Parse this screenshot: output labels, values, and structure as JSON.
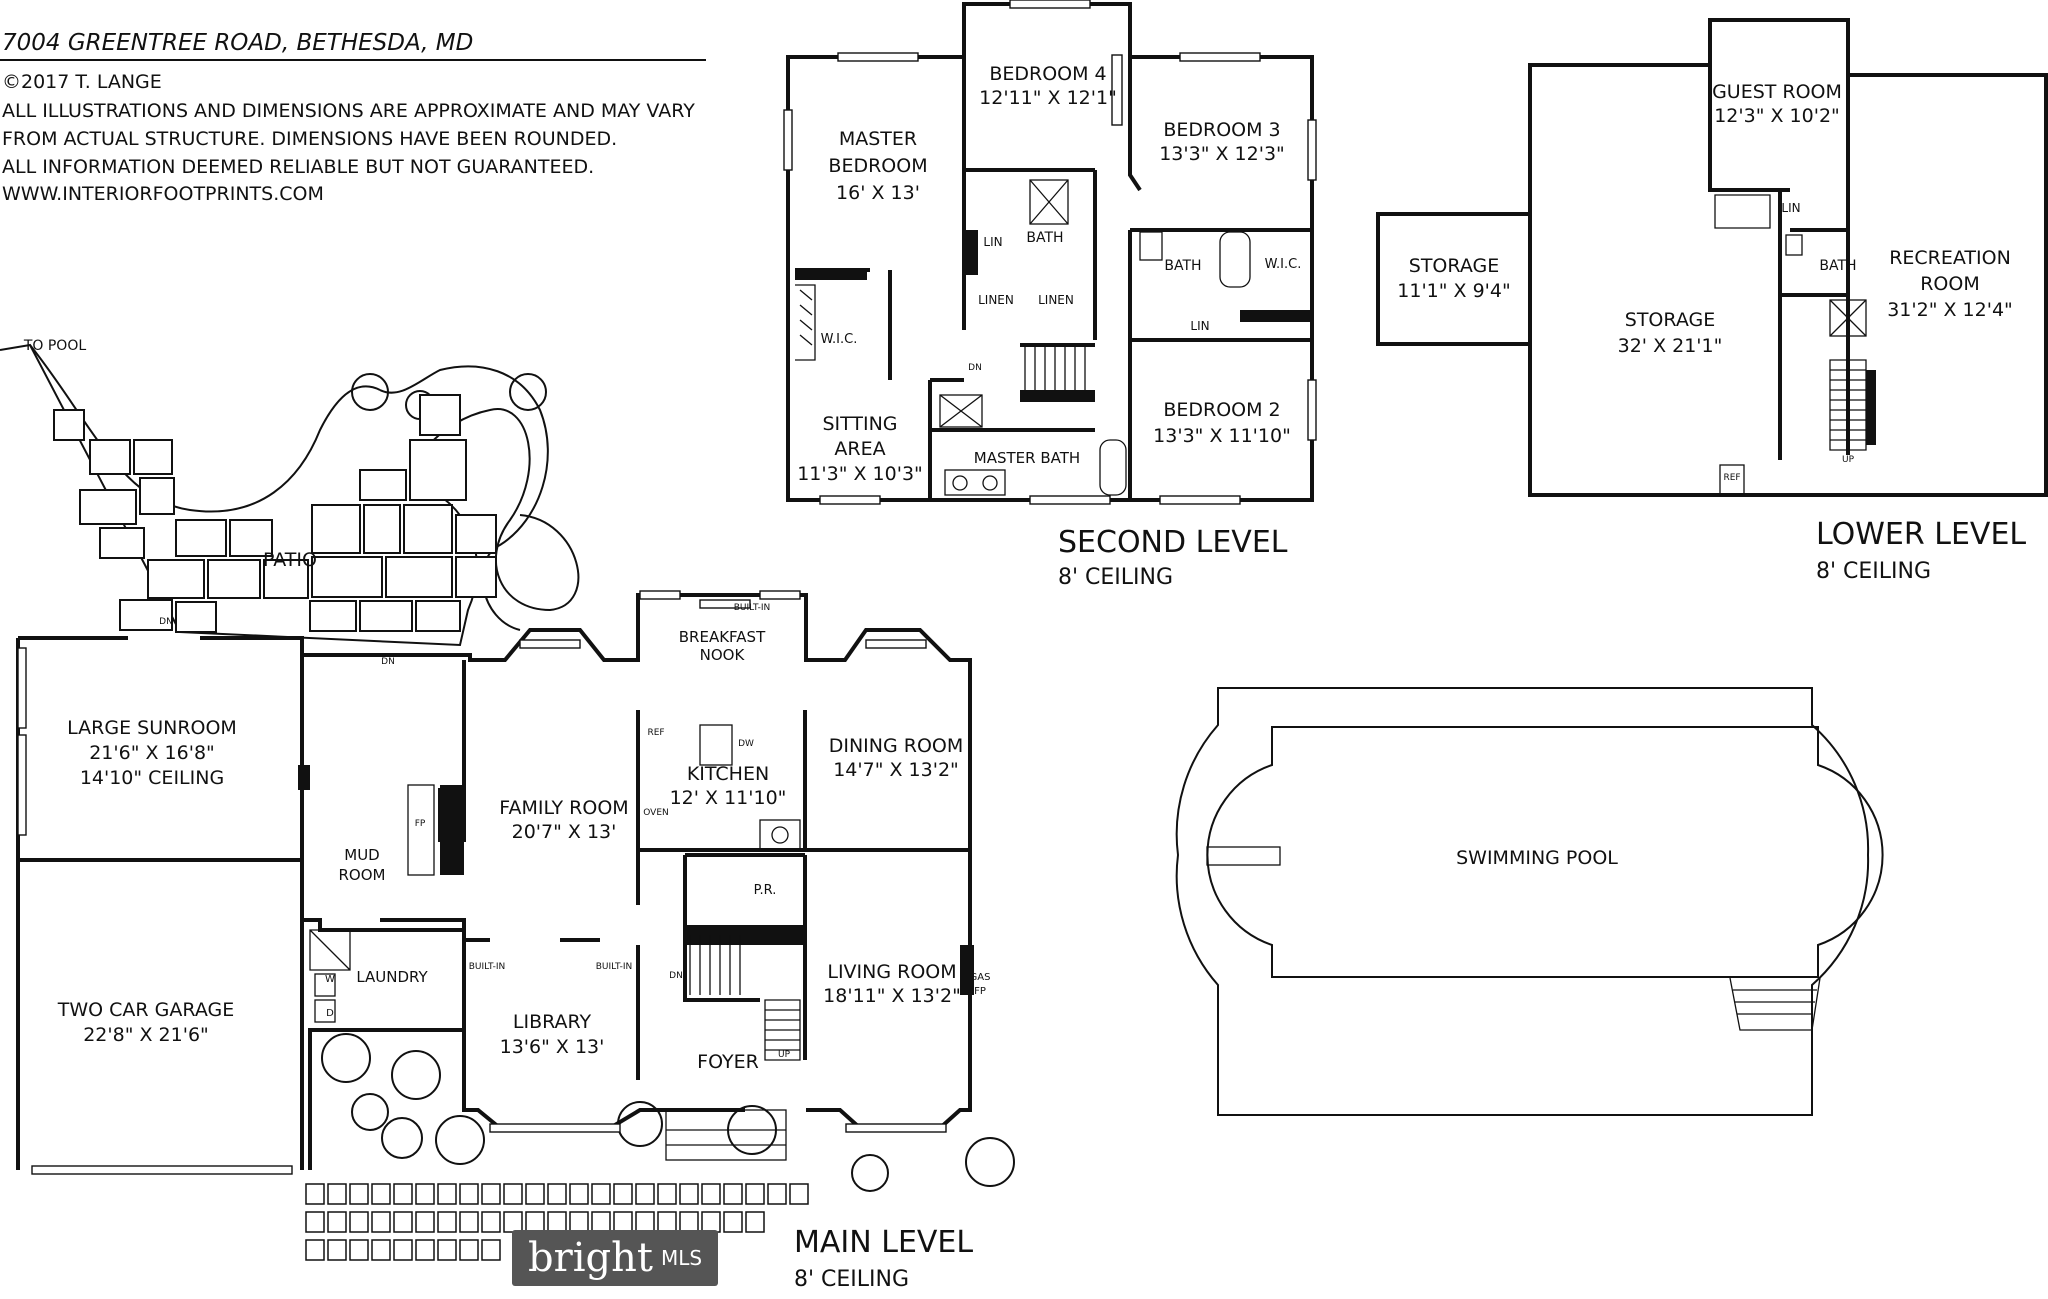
{
  "header": {
    "address": "7004 GREENTREE ROAD, BETHESDA, MD",
    "copyright": "©2017 T. LANGE",
    "disclaimer_line1": "ALL ILLUSTRATIONS AND DIMENSIONS ARE APPROXIMATE AND MAY VARY",
    "disclaimer_line2": "FROM ACTUAL STRUCTURE. DIMENSIONS HAVE BEEN ROUNDED.",
    "disclaimer_line3": "ALL INFORMATION DEEMED RELIABLE BUT NOT GUARANTEED.",
    "website": "WWW.INTERIORFOOTPRINTS.COM"
  },
  "levels": {
    "second": {
      "title": "SECOND LEVEL",
      "ceiling": "8' CEILING"
    },
    "lower": {
      "title": "LOWER LEVEL",
      "ceiling": "8' CEILING"
    },
    "main": {
      "title": "MAIN LEVEL",
      "ceiling": "8' CEILING"
    }
  },
  "second_level": {
    "master_bedroom": {
      "name1": "MASTER",
      "name2": "BEDROOM",
      "dims": "16' X 13'"
    },
    "bedroom4": {
      "name": "BEDROOM 4",
      "dims": "12'11\" X 12'1\""
    },
    "bedroom3": {
      "name": "BEDROOM 3",
      "dims": "13'3\" X 12'3\""
    },
    "bedroom2": {
      "name": "BEDROOM 2",
      "dims": "13'3\" X 11'10\""
    },
    "sitting": {
      "name1": "SITTING",
      "name2": "AREA",
      "dims": "11'3\" X 10'3\""
    },
    "master_bath": "MASTER BATH",
    "bath_a": "BATH",
    "bath_b": "BATH",
    "wic_a": "W.I.C.",
    "wic_b": "W.I.C.",
    "lin_a": "LIN",
    "lin_b": "LIN",
    "linen_a": "LINEN",
    "linen_b": "LINEN",
    "dn": "DN"
  },
  "lower_level": {
    "guest_room": {
      "name": "GUEST ROOM",
      "dims": "12'3\" X 10'2\""
    },
    "storage_small": {
      "name": "STORAGE",
      "dims": "11'1\" X 9'4\""
    },
    "storage_large": {
      "name": "STORAGE",
      "dims": "32' X 21'1\""
    },
    "recreation": {
      "name1": "RECREATION",
      "name2": "ROOM",
      "dims": "31'2\" X 12'4\""
    },
    "bath": "BATH",
    "lin": "LIN",
    "ref": "REF",
    "up": "UP"
  },
  "main_level": {
    "to_pool": "TO POOL",
    "patio": "PATIO",
    "dn_a": "DN",
    "dn_b": "DN",
    "dn_c": "DN",
    "sunroom": {
      "name": "LARGE SUNROOM",
      "dims": "21'6\" X 16'8\"",
      "ceiling": "14'10\" CEILING"
    },
    "breakfast": {
      "name1": "BREAKFAST",
      "name2": "NOOK",
      "builtin": "BUILT-IN"
    },
    "kitchen": {
      "name": "KITCHEN",
      "dims": "12' X 11'10\"",
      "ref": "REF",
      "oven": "OVEN",
      "dw": "DW"
    },
    "dining": {
      "name": "DINING ROOM",
      "dims": "14'7\" X 13'2\""
    },
    "family": {
      "name": "FAMILY ROOM",
      "dims": "20'7\" X 13'",
      "fp": "FP"
    },
    "mud": {
      "name1": "MUD",
      "name2": "ROOM"
    },
    "laundry": {
      "name": "LAUNDRY",
      "w": "W",
      "d": "D"
    },
    "garage": {
      "name": "TWO CAR GARAGE",
      "dims": "22'8\" X 21'6\""
    },
    "library": {
      "name": "LIBRARY",
      "dims": "13'6\" X 13'"
    },
    "builtin_a": "BUILT-IN",
    "builtin_b": "BUILT-IN",
    "pr": "P.R.",
    "living": {
      "name": "LIVING ROOM",
      "dims": "18'11\" X 13'2\"",
      "gas": "GAS",
      "fp": "FP"
    },
    "foyer": "FOYER",
    "up": "UP"
  },
  "pool": {
    "name": "SWIMMING POOL"
  },
  "watermark": {
    "brand": "bright",
    "mls": "MLS"
  }
}
